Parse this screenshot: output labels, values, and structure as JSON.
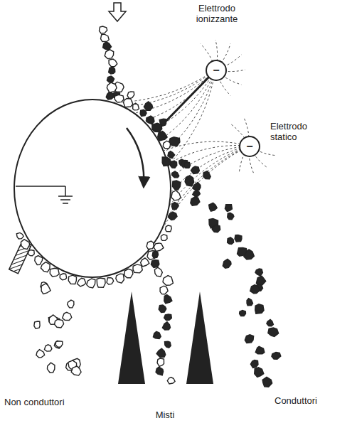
{
  "diagram": {
    "nodes": [
      {
        "text": [
          "Elettrodo ionizzante",
          "−"
        ]
      },
      {
        "text": [
          "Elettrodo statico",
          "−"
        ]
      }
    ],
    "labels": [
      "Non conduttori",
      "Misti",
      "Conduttori"
    ]
  }
}
